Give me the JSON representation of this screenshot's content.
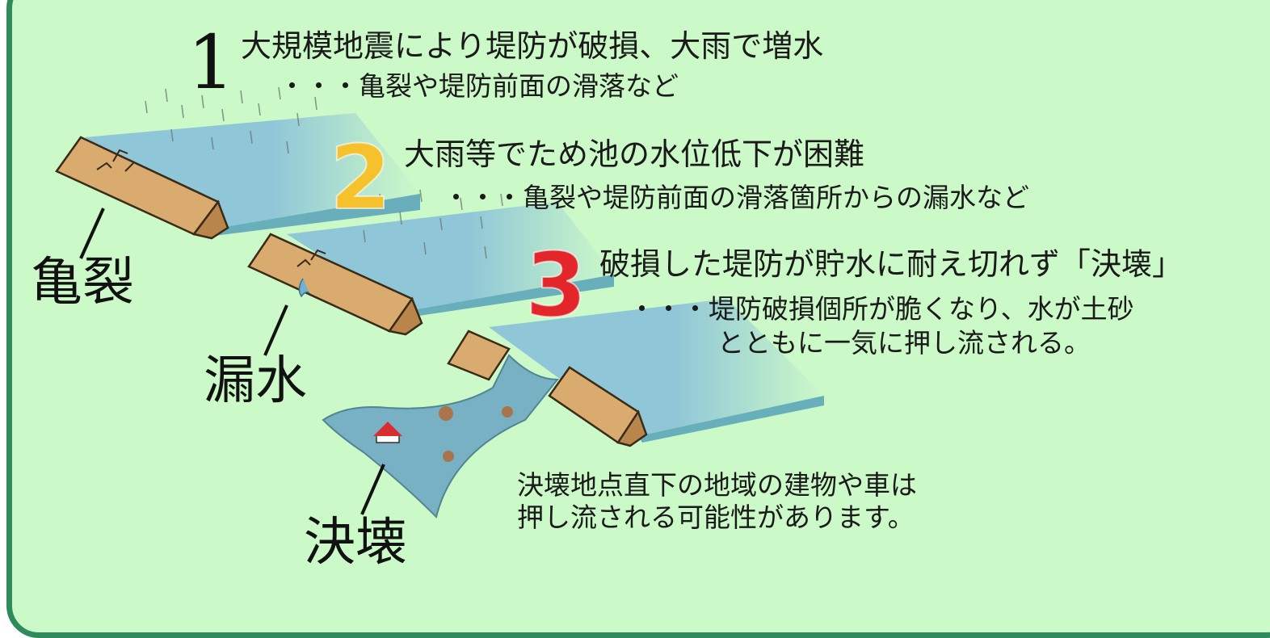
{
  "steps": [
    {
      "number": "1",
      "title": "大規模地震により堤防が破損、大雨で増水",
      "detail": "・・・亀裂や堤防前面の滑落など",
      "color": "#111111"
    },
    {
      "number": "2",
      "title": "大雨等でため池の水位低下が困難",
      "detail": "・・・亀裂や堤防前面の滑落箇所からの漏水など",
      "color": "#f5c22e"
    },
    {
      "number": "3",
      "title": "破損した堤防が貯水に耐え切れず「決壊」",
      "detail_line1": "・・・堤防破損個所が脆くなり、水が土砂",
      "detail_line2": "とともに一気に押し流される。",
      "color": "#e3262a"
    }
  ],
  "labels": {
    "crack": "亀裂",
    "leak": "漏水",
    "breach": "決壊"
  },
  "note": {
    "line1": "決壊地点直下の地域の建物や車は",
    "line2": "押し流される可能性があります。"
  },
  "colors": {
    "background": "#ccf9c8",
    "border": "#2f8a5c",
    "water": "#8fc6d8",
    "dam": "#d9ab6e"
  }
}
